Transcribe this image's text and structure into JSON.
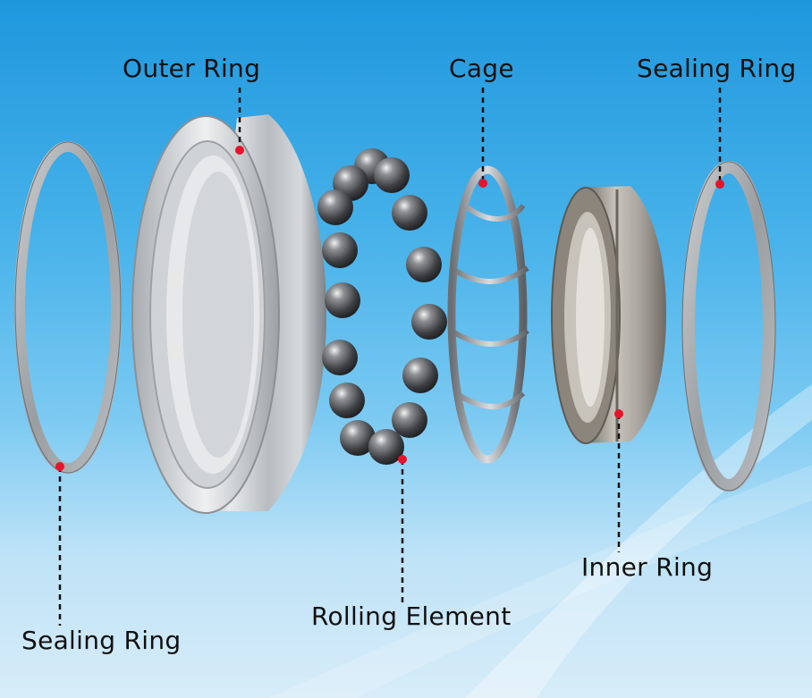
{
  "labels": {
    "outer_ring": "Outer Ring",
    "cage": "Cage",
    "sealing_ring_right": "Sealing Ring",
    "sealing_ring_left": "Sealing Ring",
    "inner_ring": "Inner Ring",
    "rolling_element": "Rolling Element"
  },
  "colors": {
    "marker": "#e8132a",
    "leader": "#111111"
  }
}
